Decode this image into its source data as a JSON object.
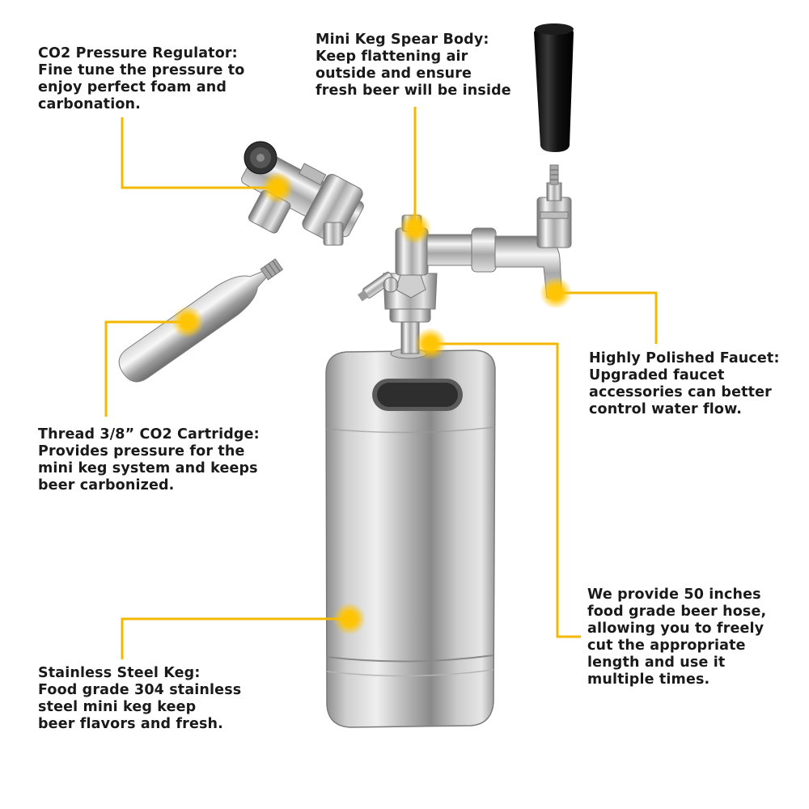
{
  "colors": {
    "accent": "#F5B800",
    "text": "#1a1a1a",
    "background": "#ffffff"
  },
  "callouts": {
    "regulator": {
      "title": "CO2 Pressure Regulator:",
      "lines": [
        "Fine tune the pressure to",
        "enjoy perfect foam and",
        "carbonation."
      ]
    },
    "spear": {
      "title": "Mini Keg Spear Body:",
      "lines": [
        "Keep flattening air",
        "outside and ensure",
        "fresh beer will be inside"
      ]
    },
    "faucet": {
      "title": "Highly Polished Faucet:",
      "lines": [
        "Upgraded faucet",
        "accessories can better",
        "control water flow."
      ]
    },
    "cartridge": {
      "title": "Thread 3/8” CO2 Cartridge:",
      "lines": [
        "Provides pressure for the",
        "mini keg system and keeps",
        "beer carbonized."
      ]
    },
    "hose": {
      "lines": [
        "We provide 50 inches",
        "food grade beer hose,",
        "allowing you to freely",
        "cut the appropriate",
        "length and use it",
        "multiple times."
      ]
    },
    "keg": {
      "title": "Stainless Steel Keg:",
      "lines": [
        "Food grade 304 stainless",
        "steel mini keg keep",
        "beer flavors and fresh."
      ]
    }
  }
}
